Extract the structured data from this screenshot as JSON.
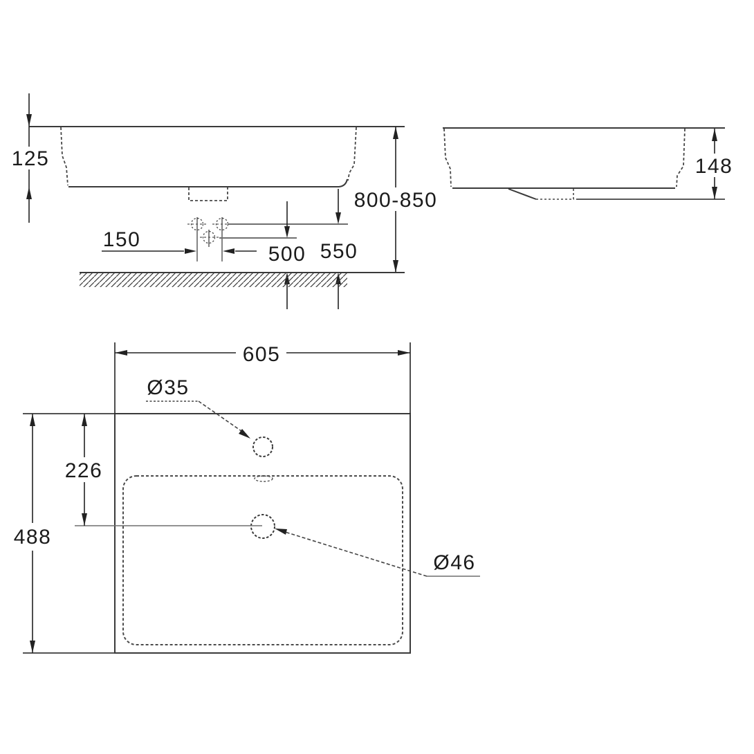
{
  "drawing": {
    "description": "Washbasin installation dimension drawing, three orthographic views",
    "units": "mm",
    "colors": {
      "background": "#ffffff",
      "outline": "#3a3a3a",
      "dimension": "#222222",
      "light_line": "#6f6f6f"
    },
    "front_view": {
      "rim_thickness": "125",
      "tap_hole_spacing": "150",
      "tap_line_height_low": "500",
      "tap_line_height_high": "550",
      "rim_mounting_height": "800-850"
    },
    "side_view": {
      "basin_depth": "148"
    },
    "plan_view": {
      "overall_width": "605",
      "overall_depth": "488",
      "drain_center_offset": "226",
      "tap_hole_diameter": "Ø35",
      "drain_hole_diameter": "Ø46"
    }
  }
}
